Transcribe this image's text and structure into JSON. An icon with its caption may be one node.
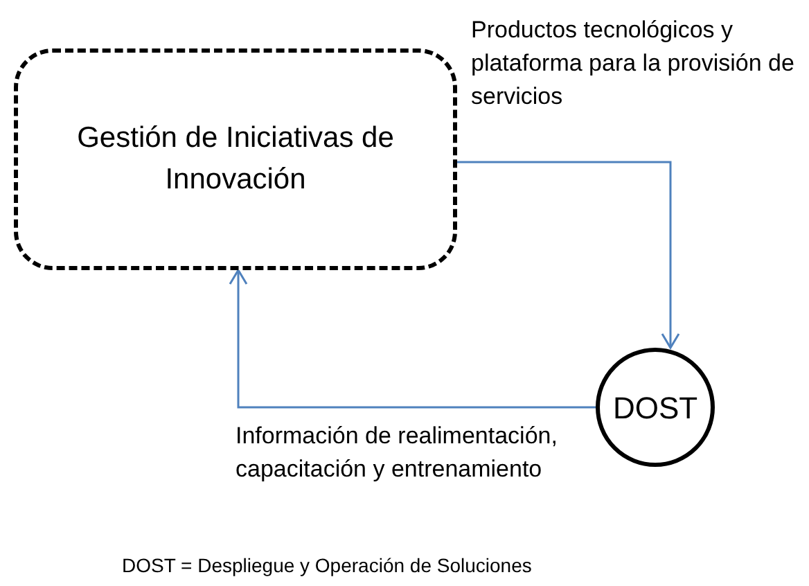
{
  "diagram": {
    "caption": "DOST = Despliegue y Operación de Soluciones",
    "nodes": [
      {
        "text": [
          "Gestión de Iniciativas de Innovación"
        ]
      },
      {
        "text": [
          "DOST"
        ]
      }
    ],
    "edges": [
      {
        "from": 0,
        "to": 1,
        "arrow": "to",
        "label": "Productos tecnológicos y plataforma para la provisión de servicios"
      },
      {
        "from": 1,
        "to": 0,
        "arrow": "to",
        "label": "Información de realimentación, capacitación y entrenamiento"
      }
    ]
  }
}
